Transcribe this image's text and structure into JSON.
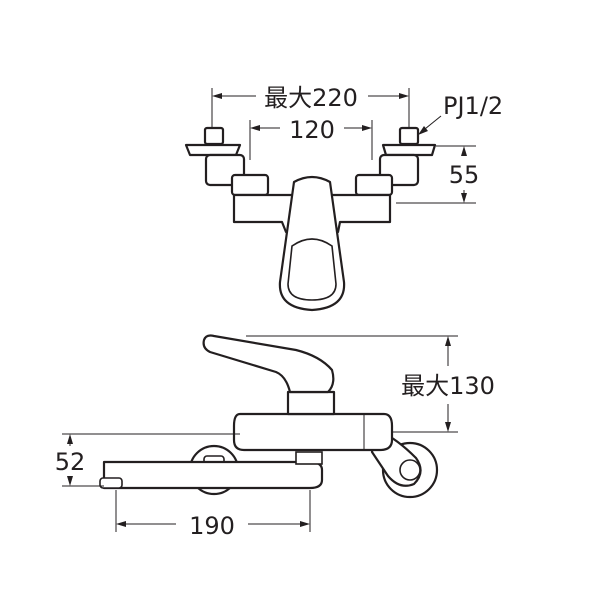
{
  "diagram": {
    "top_view": {
      "max_width_label": "最大220",
      "center_distance_label": "120",
      "thread_label": "PJ1/2",
      "offset_label": "55"
    },
    "side_view": {
      "max_height_label": "最大130",
      "spout_height_label": "52",
      "spout_reach_label": "190"
    },
    "colors": {
      "line": "#231f20",
      "background": "#ffffff"
    }
  }
}
